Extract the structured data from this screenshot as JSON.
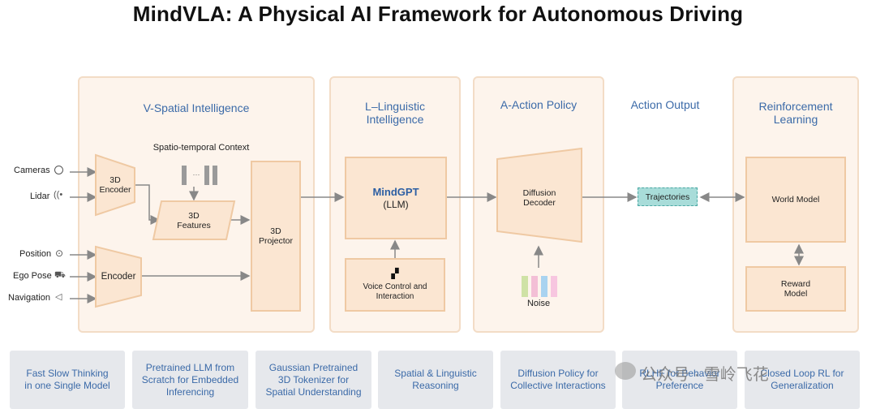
{
  "title": "MindVLA: A Physical AI Framework for Autonomous Driving",
  "inputs": {
    "cameras": "Cameras",
    "lidar": "Lidar",
    "position": "Position",
    "ego_pose": "Ego Pose",
    "navigation": "Navigation"
  },
  "v_spatial": {
    "title": "V-Spatial Intelligence",
    "context_label": "Spatio-temporal Context",
    "encoder_3d": "3D\nEncoder",
    "features_3d": "3D\nFeatures",
    "projector_3d": "3D\nProjector",
    "encoder": "Encoder"
  },
  "l_linguistic": {
    "title": "L–Linguistic\nIntelligence",
    "mindgpt": "MindGPT",
    "llm": "(LLM)",
    "voice": "Voice Control and\nInteraction"
  },
  "a_action": {
    "title": "A-Action Policy",
    "decoder": "Diffusion\nDecoder",
    "noise": "Noise"
  },
  "action_output": {
    "title": "Action Output",
    "trajectories": "Trajectories"
  },
  "reinforcement": {
    "title": "Reinforcement\nLearning",
    "world_model": "World Model",
    "reward_model": "Reward\nModel"
  },
  "bottom_items": [
    "Fast Slow Thinking\nin one Single Model",
    "Pretrained LLM from\nScratch for Embedded\nInferencing",
    "Gaussian Pretrained\n3D Tokenizer for\nSpatial Understanding",
    "Spatial & Linguistic\nReasoning",
    "Diffusion Policy for\nCollective Interactions",
    "RLHF for Behavior\nPreference",
    "Closed Loop RL for\nGeneralization"
  ],
  "watermark": "公众号 · 雪岭飞花",
  "colors": {
    "panel_bg": "#fdf4ec",
    "box_fill": "#fbe6d2",
    "title_blue": "#3b6aa8",
    "trajectories_fill": "#a8dcd9",
    "noise_bars": [
      "#cfe2a6",
      "#f3bfd6",
      "#a9d3f0",
      "#f7c6e0"
    ]
  }
}
